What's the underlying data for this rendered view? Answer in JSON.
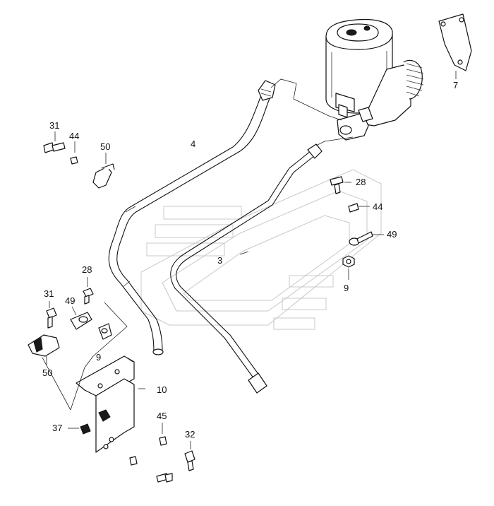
{
  "callouts": {
    "c31_top": "31",
    "c44_top": "44",
    "c50_top": "50",
    "c4": "4",
    "c7": "7",
    "c28_right": "28",
    "c44_right": "44",
    "c49_right": "49",
    "c3": "3",
    "c9_right": "9",
    "c28_left": "28",
    "c31_left": "31",
    "c49_left": "49",
    "c9_left": "9",
    "c50_left": "50",
    "c10": "10",
    "c37": "37",
    "c45": "45",
    "c32": "32"
  },
  "icons": {
    "pump": "power-steering-pump-icon",
    "gasket": "gasket-icon",
    "bolt": "bolt-icon",
    "washer": "washer-icon",
    "bracket": "bracket-icon",
    "clamp": "clamp-icon",
    "hose": "hose-icon",
    "tube": "tube-icon",
    "nut": "nut-icon",
    "plate": "mounting-plate-icon"
  }
}
